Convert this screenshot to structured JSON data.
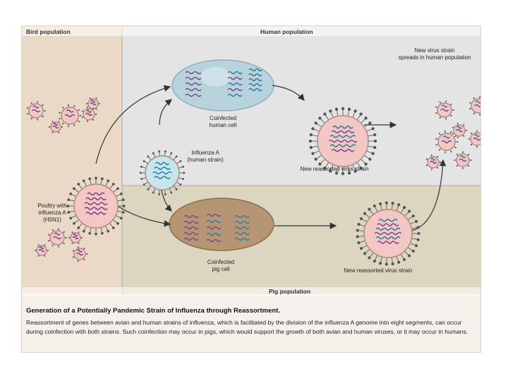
{
  "headers": {
    "bird": "Bird population",
    "human": "Human population",
    "pig": "Pig population"
  },
  "labels": {
    "new_strain_spreads": "New virus strain\nspreads in human population",
    "coinfected_human": "Coinfected\nhuman cell",
    "influenza_human": "Influenza A\n(human strain)",
    "new_reassorted_top": "New reassorted virus strain",
    "poultry": "Poultry with\ninfluenza A\n(H5N1)",
    "coinfected_pig": "Coinfected\npig cell",
    "new_reassorted_bottom": "New reassorted virus strain"
  },
  "caption": {
    "title": "Generation of a Potentially Pandemic Strain of Influenza through Reassortment.",
    "body": "Reassortment of genes between avian and human strains of influenza, which is facilitated by the division of the influenza A genome into eight segments, can occur during coinfection with both strains. Such coinfection may occur in pigs, which would support the growth of both avian and human viruses, or it may occur in humans."
  },
  "colors": {
    "bird_panel": "#ead9c7",
    "human_panel": "#e4e4e4",
    "pig_panel": "#dcd5c0",
    "avian_rna": "#7a4a8c",
    "human_rna": "#2f7f9f",
    "virus_shell": "#f3c8c4",
    "human_virus_shell": "#c7e6ec",
    "human_cell": "#b9d3dc",
    "pig_cell": "#b59572"
  }
}
